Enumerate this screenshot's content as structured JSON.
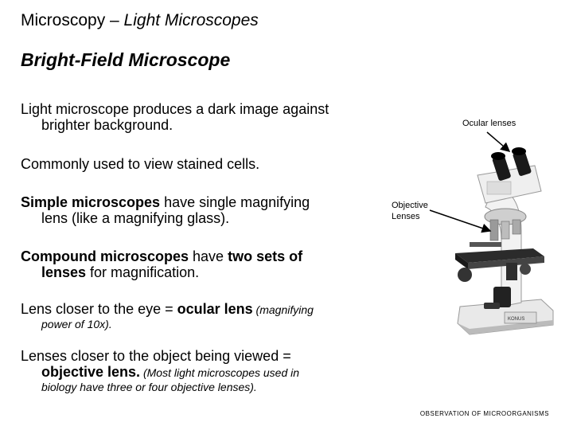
{
  "title": {
    "main": "Microscopy – ",
    "italic": "Light Microscopes"
  },
  "subtitle": "Bright-Field Microscope",
  "p1": {
    "line1": "Light microscope produces a dark image against",
    "line2": "brighter background."
  },
  "p2": "Commonly used to view stained cells.",
  "p3": {
    "bold": "Simple microscopes",
    "rest": " have single magnifying",
    "line2": "lens (like a magnifying glass)."
  },
  "p4": {
    "bold1": "Compound microscopes",
    "mid": " have ",
    "bold2": "two sets of",
    "bold3": "lenses",
    "rest": " for magnification."
  },
  "p5": {
    "text": "Lens closer to the eye = ",
    "bold": "ocular lens",
    "small": " (magnifying",
    "small2": "power of 10x)."
  },
  "p6": {
    "line1": "Lenses closer to the object being viewed =",
    "bold": "objective lens.",
    "small": " (Most light microscopes used in",
    "small2": "biology have three or four objective lenses)."
  },
  "labels": {
    "ocular": "Ocular lenses",
    "objective_l1": "Objective",
    "objective_l2": "Lenses"
  },
  "footer": "OBSERVATION OF MICROORGANISMS"
}
